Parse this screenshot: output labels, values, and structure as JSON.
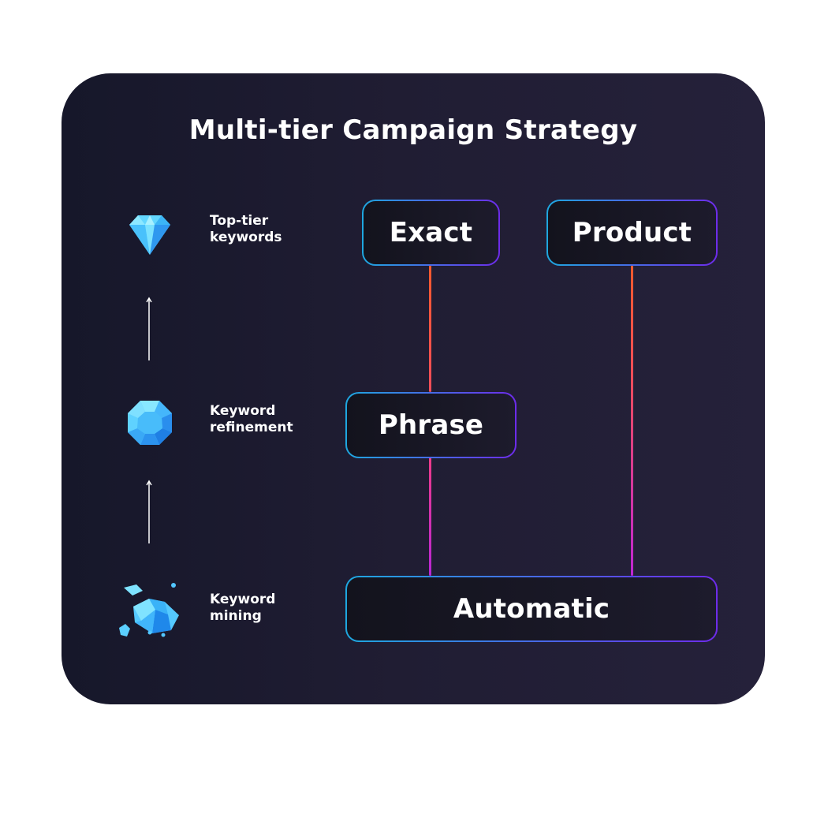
{
  "title": "Multi-tier Campaign Strategy",
  "tiers": [
    {
      "label": "Top-tier\nkeywords",
      "icon": "diamond-icon"
    },
    {
      "label": "Keyword\nrefinement",
      "icon": "octagon-gem-icon"
    },
    {
      "label": "Keyword\nmining",
      "icon": "raw-crystal-icon"
    }
  ],
  "campaigns": {
    "exact": "Exact",
    "product": "Product",
    "phrase": "Phrase",
    "automatic": "Automatic"
  },
  "colors": {
    "card_background": "#1b1a2d",
    "text": "#ffffff",
    "gem_blue": "#4fc7ff",
    "gem_dark_blue": "#1f7fe4",
    "connector_top": "#ff5a2d",
    "connector_bottom": "#c026d3",
    "box_border_start": "#1ea7df",
    "box_border_end": "#6d2bea"
  }
}
